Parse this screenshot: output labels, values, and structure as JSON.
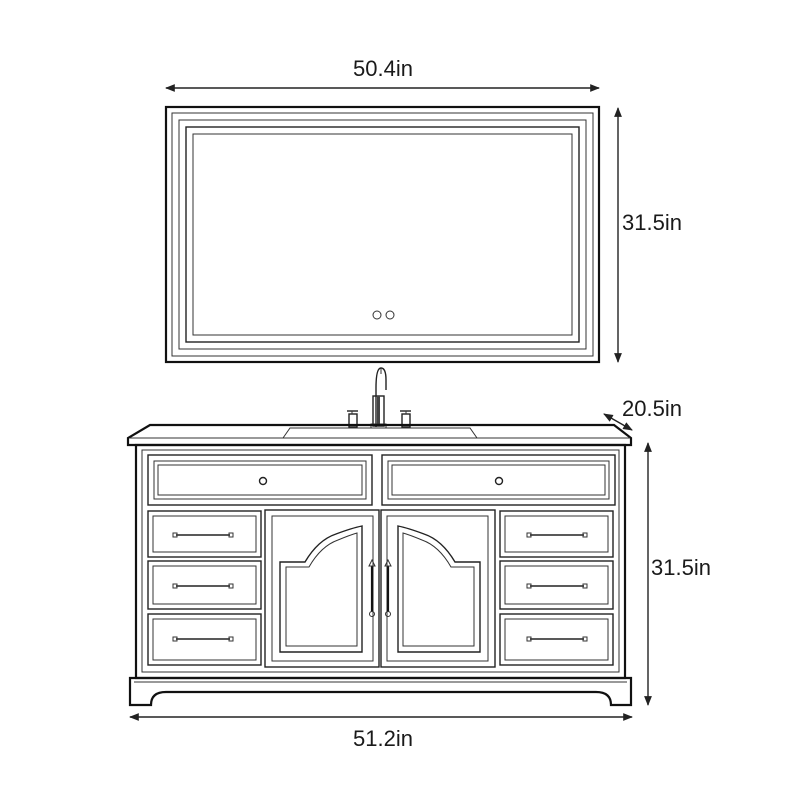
{
  "dimensions": {
    "mirror_width": "50.4in",
    "mirror_height": "31.5in",
    "vanity_depth": "20.5in",
    "vanity_height": "31.5in",
    "vanity_width": "51.2in"
  },
  "colors": {
    "line": "#222222",
    "background": "#ffffff"
  }
}
